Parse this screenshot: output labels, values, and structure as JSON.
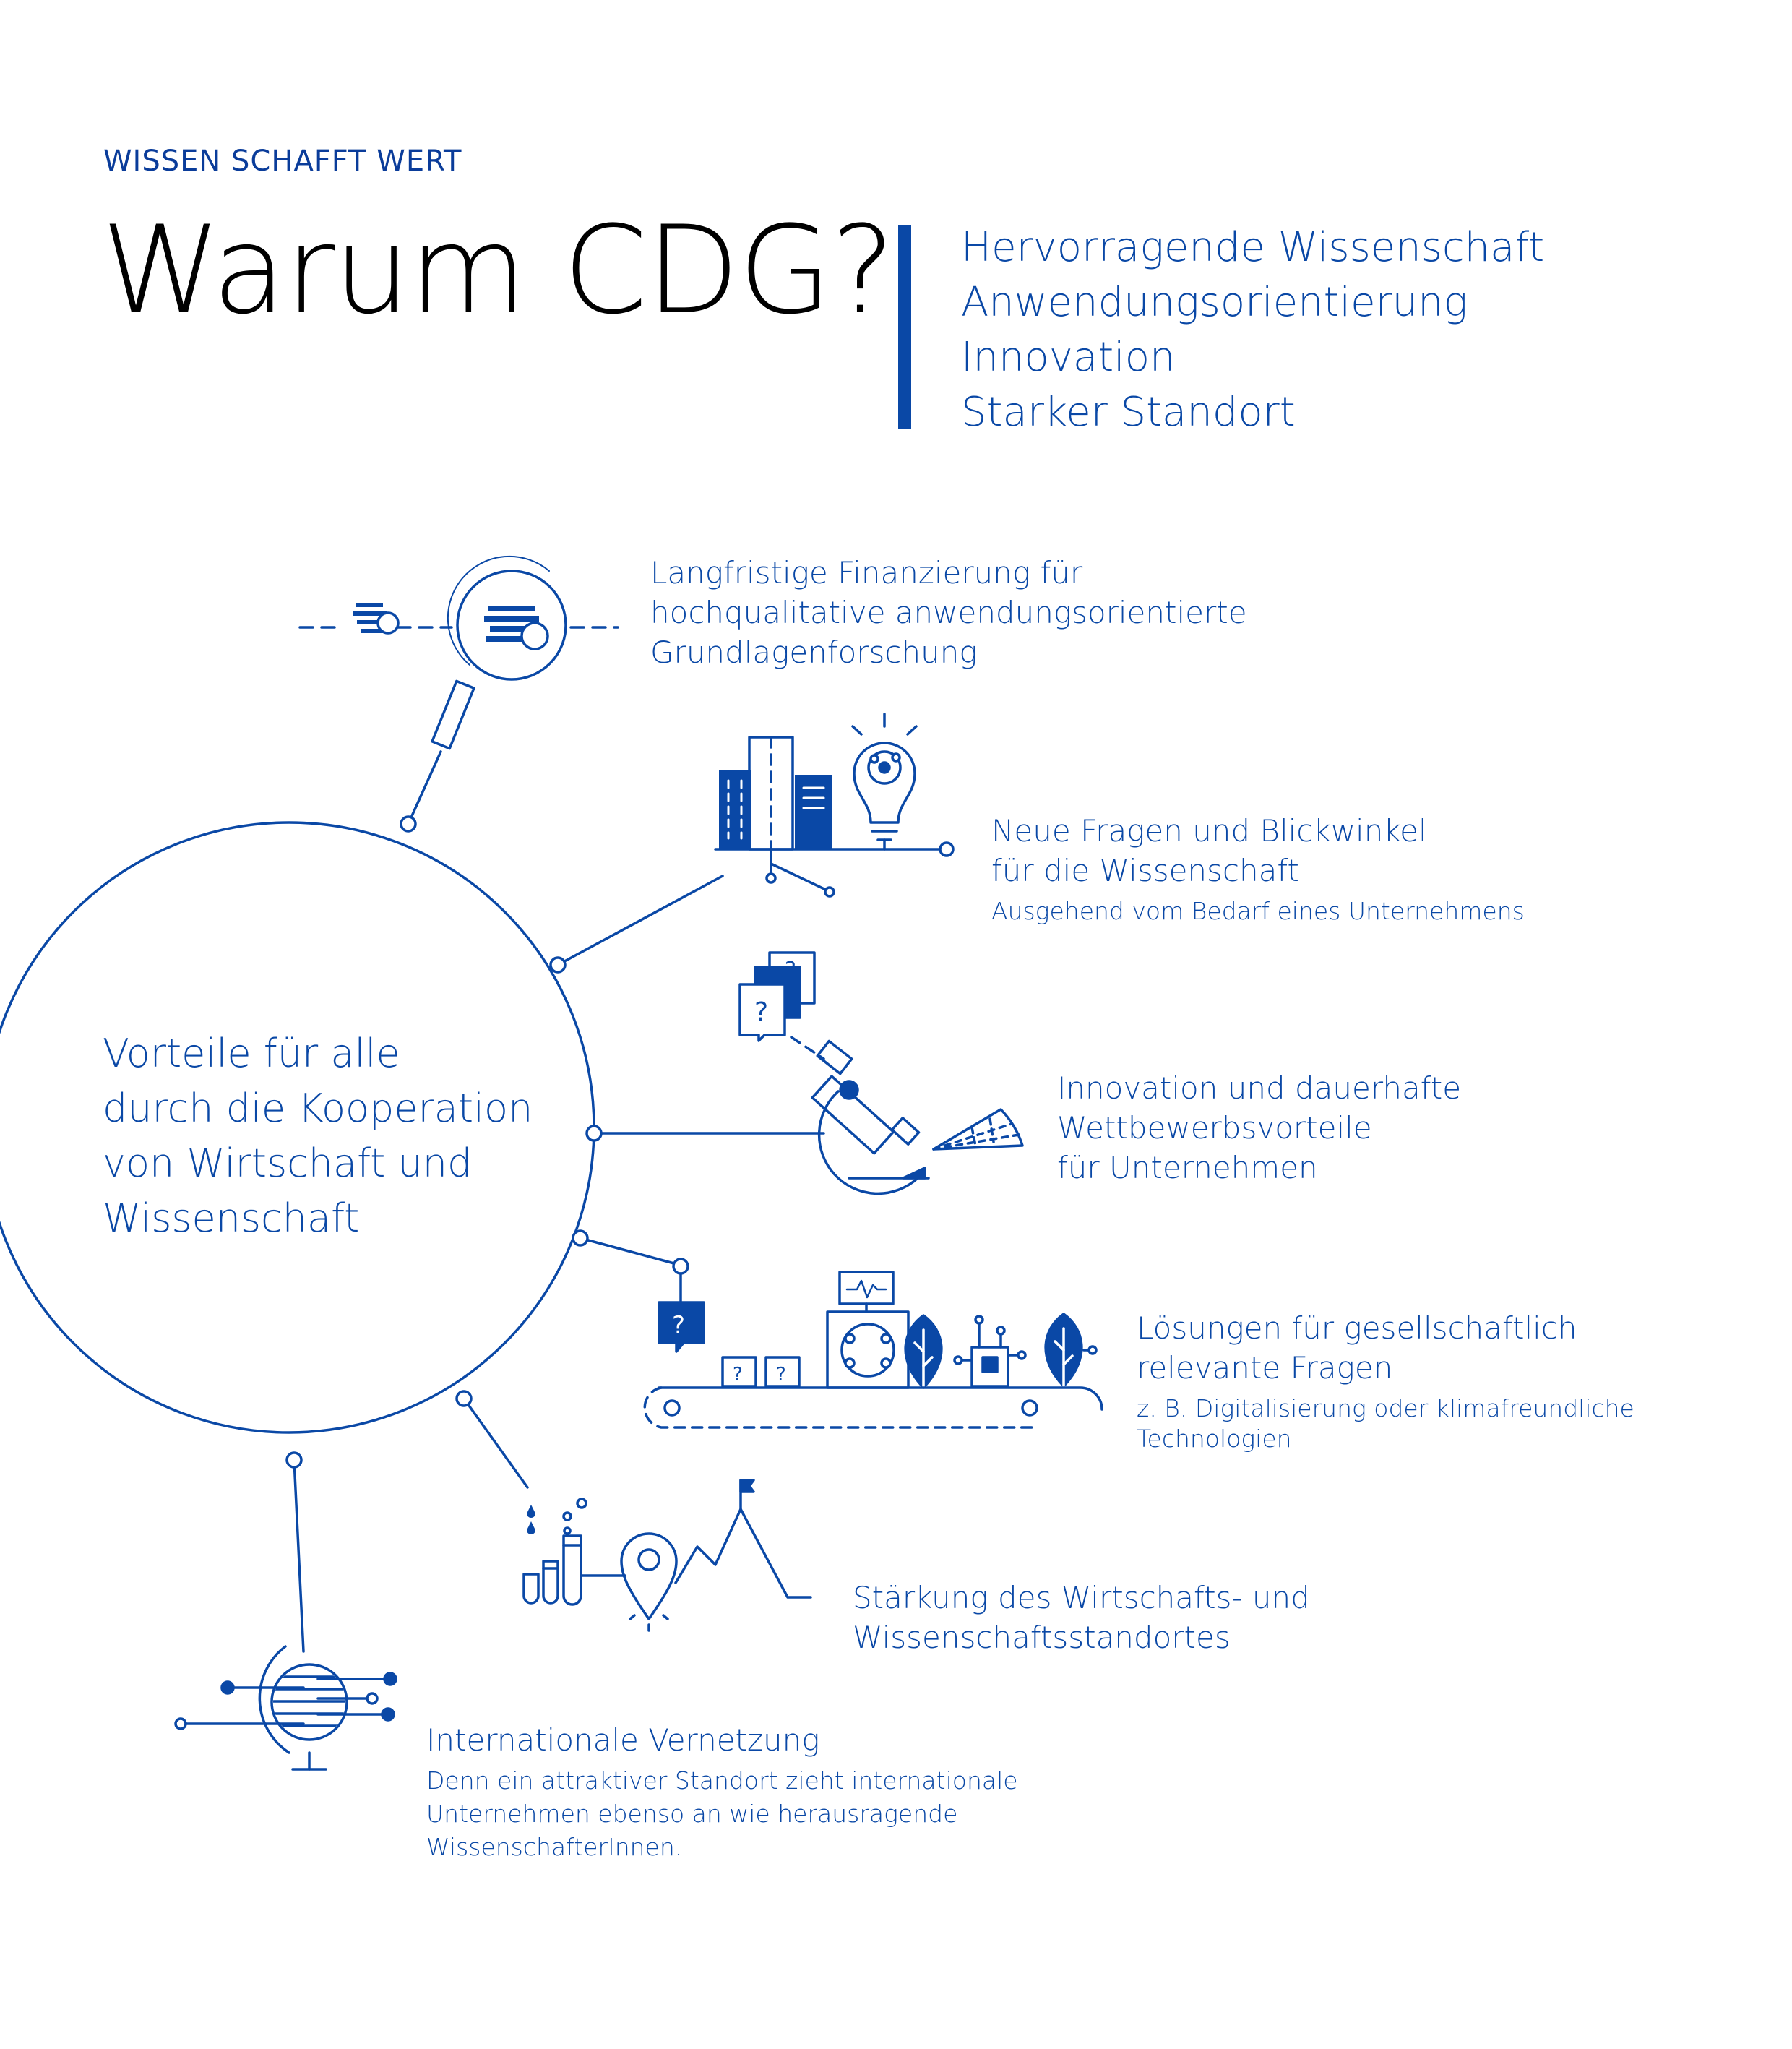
{
  "kicker": "WISSEN SCHAFFT WERT",
  "title": "Warum CDG?",
  "attributes": [
    "Hervorragende Wissenschaft",
    "Anwendungsorientierung",
    "Innovation",
    "Starker Standort"
  ],
  "center": {
    "lines": [
      "Vorteile für alle",
      "durch die Kooperation",
      "von Wirtschaft und",
      "Wissenschaft"
    ]
  },
  "benefits": [
    {
      "head": [
        "Langfristige Finanzierung für",
        "hochqualitative anwendungsorientierte",
        "Grundlagenforschung"
      ],
      "sub": [],
      "icon": "magnifier-coins-icon"
    },
    {
      "head": [
        "Neue Fragen und Blickwinkel",
        "für die Wissenschaft"
      ],
      "sub": [
        "Ausgehend vom Bedarf eines Unternehmens"
      ],
      "icon": "city-lightbulb-icon"
    },
    {
      "head": [
        "Innovation und dauerhafte",
        "Wettbewerbsvorteile",
        "für Unternehmen"
      ],
      "sub": [],
      "icon": "microscope-questions-icon"
    },
    {
      "head": [
        "Lösungen für gesellschaftlich",
        "relevante Fragen"
      ],
      "sub": [
        "z. B. Digitalisierung oder klimafreundliche",
        "Technologien"
      ],
      "icon": "conveyor-machine-icon"
    },
    {
      "head": [
        "Stärkung des Wirtschafts- und",
        "Wissenschaftsstandortes"
      ],
      "sub": [],
      "icon": "lab-location-mountain-icon"
    },
    {
      "head": [
        "Internationale Vernetzung"
      ],
      "sub": [
        "Denn ein attraktiver Standort zieht internationale",
        "Unternehmen ebenso an wie herausragende",
        "WissenschafterInnen."
      ],
      "icon": "network-globe-icon"
    }
  ],
  "colors": {
    "accent": "#0a48a6",
    "title": "#000000"
  }
}
